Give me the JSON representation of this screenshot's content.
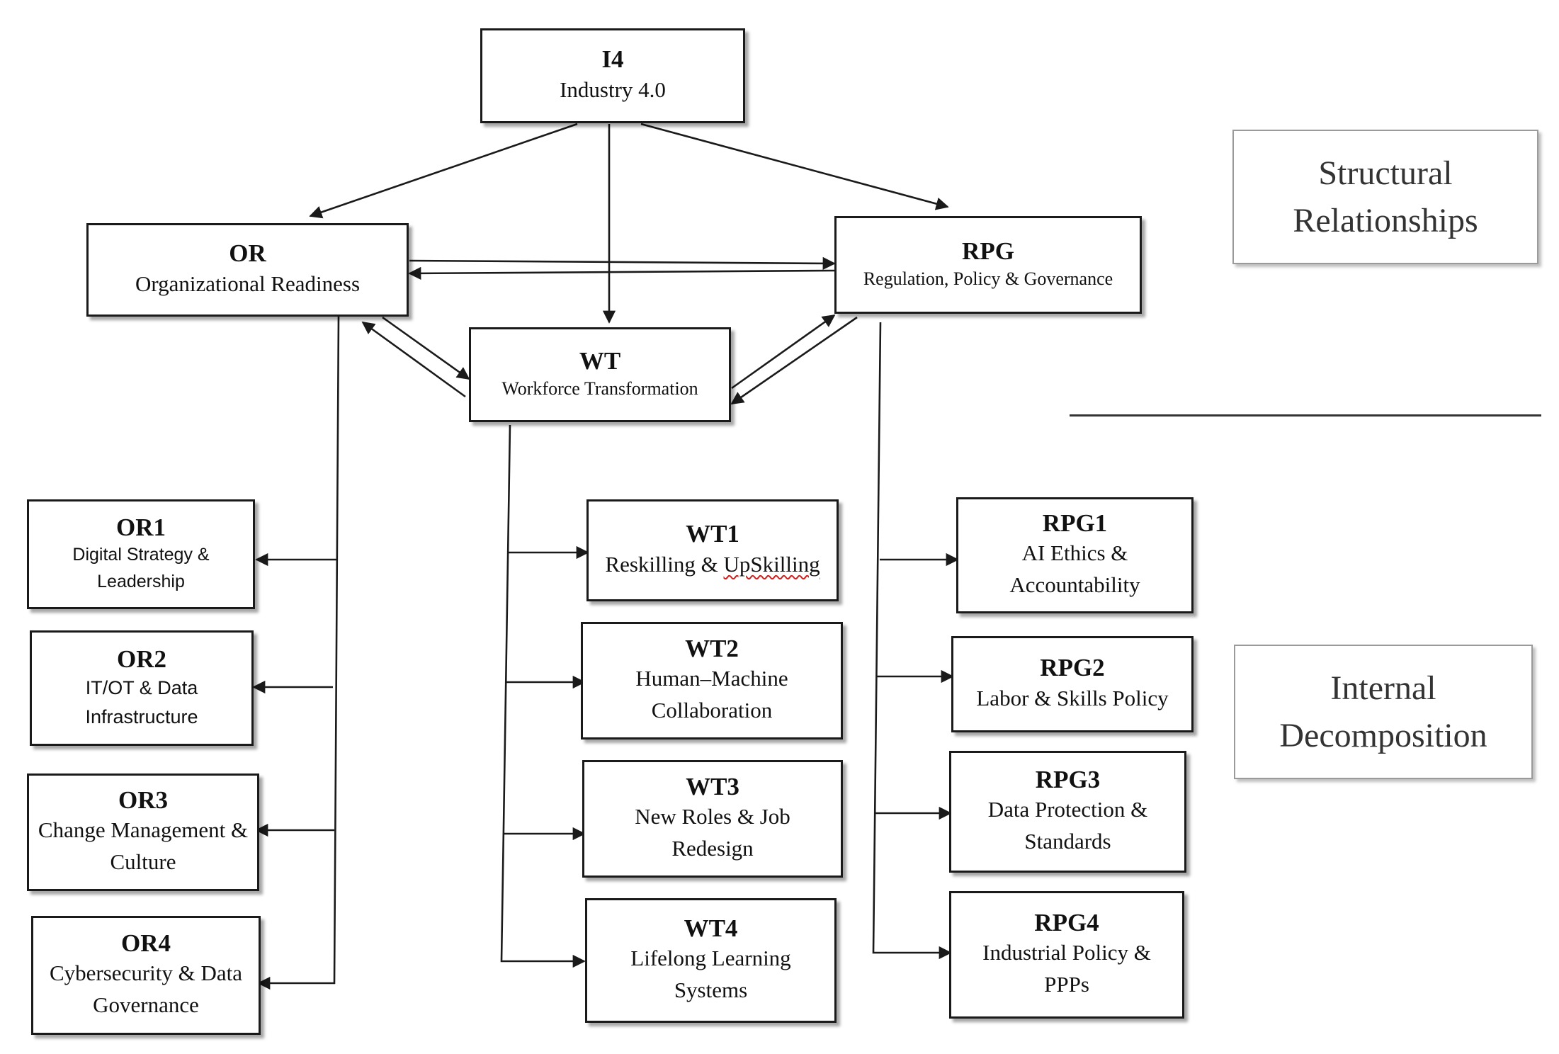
{
  "nodes": {
    "i4": {
      "code": "I4",
      "label": "Industry 4.0"
    },
    "or": {
      "code": "OR",
      "label": "Organizational Readiness"
    },
    "rpg": {
      "code": "RPG",
      "label": "Regulation, Policy & Governance"
    },
    "wt": {
      "code": "WT",
      "label": "Workforce Transformation"
    },
    "or1": {
      "code": "OR1",
      "label": "Digital Strategy & Leadership"
    },
    "or2": {
      "code": "OR2",
      "label": "IT/OT & Data Infrastructure"
    },
    "or3": {
      "code": "OR3",
      "label": "Change Management & Culture"
    },
    "or4": {
      "code": "OR4",
      "label": "Cybersecurity & Data Governance"
    },
    "wt1": {
      "code": "WT1",
      "label_a": "Reskilling & ",
      "label_b": "UpSkilling"
    },
    "wt2": {
      "code": "WT2",
      "label": "Human–Machine Collaboration"
    },
    "wt3": {
      "code": "WT3",
      "label": "New Roles & Job Redesign"
    },
    "wt4": {
      "code": "WT4",
      "label": "Lifelong Learning Systems"
    },
    "rpg1": {
      "code": "RPG1",
      "label": "AI Ethics & Accountability"
    },
    "rpg2": {
      "code": "RPG2",
      "label": "Labor & Skills Policy"
    },
    "rpg3": {
      "code": "RPG3",
      "label": "Data Protection & Standards"
    },
    "rpg4": {
      "code": "RPG4",
      "label": "Industrial Policy & PPPs"
    }
  },
  "legend": {
    "structural": "Structural Relationships",
    "internal": "Internal Decomposition"
  },
  "colors": {
    "line": "#1a1a1a",
    "legend_border": "#9a9a9a",
    "spellcheck": "#d0201e"
  }
}
